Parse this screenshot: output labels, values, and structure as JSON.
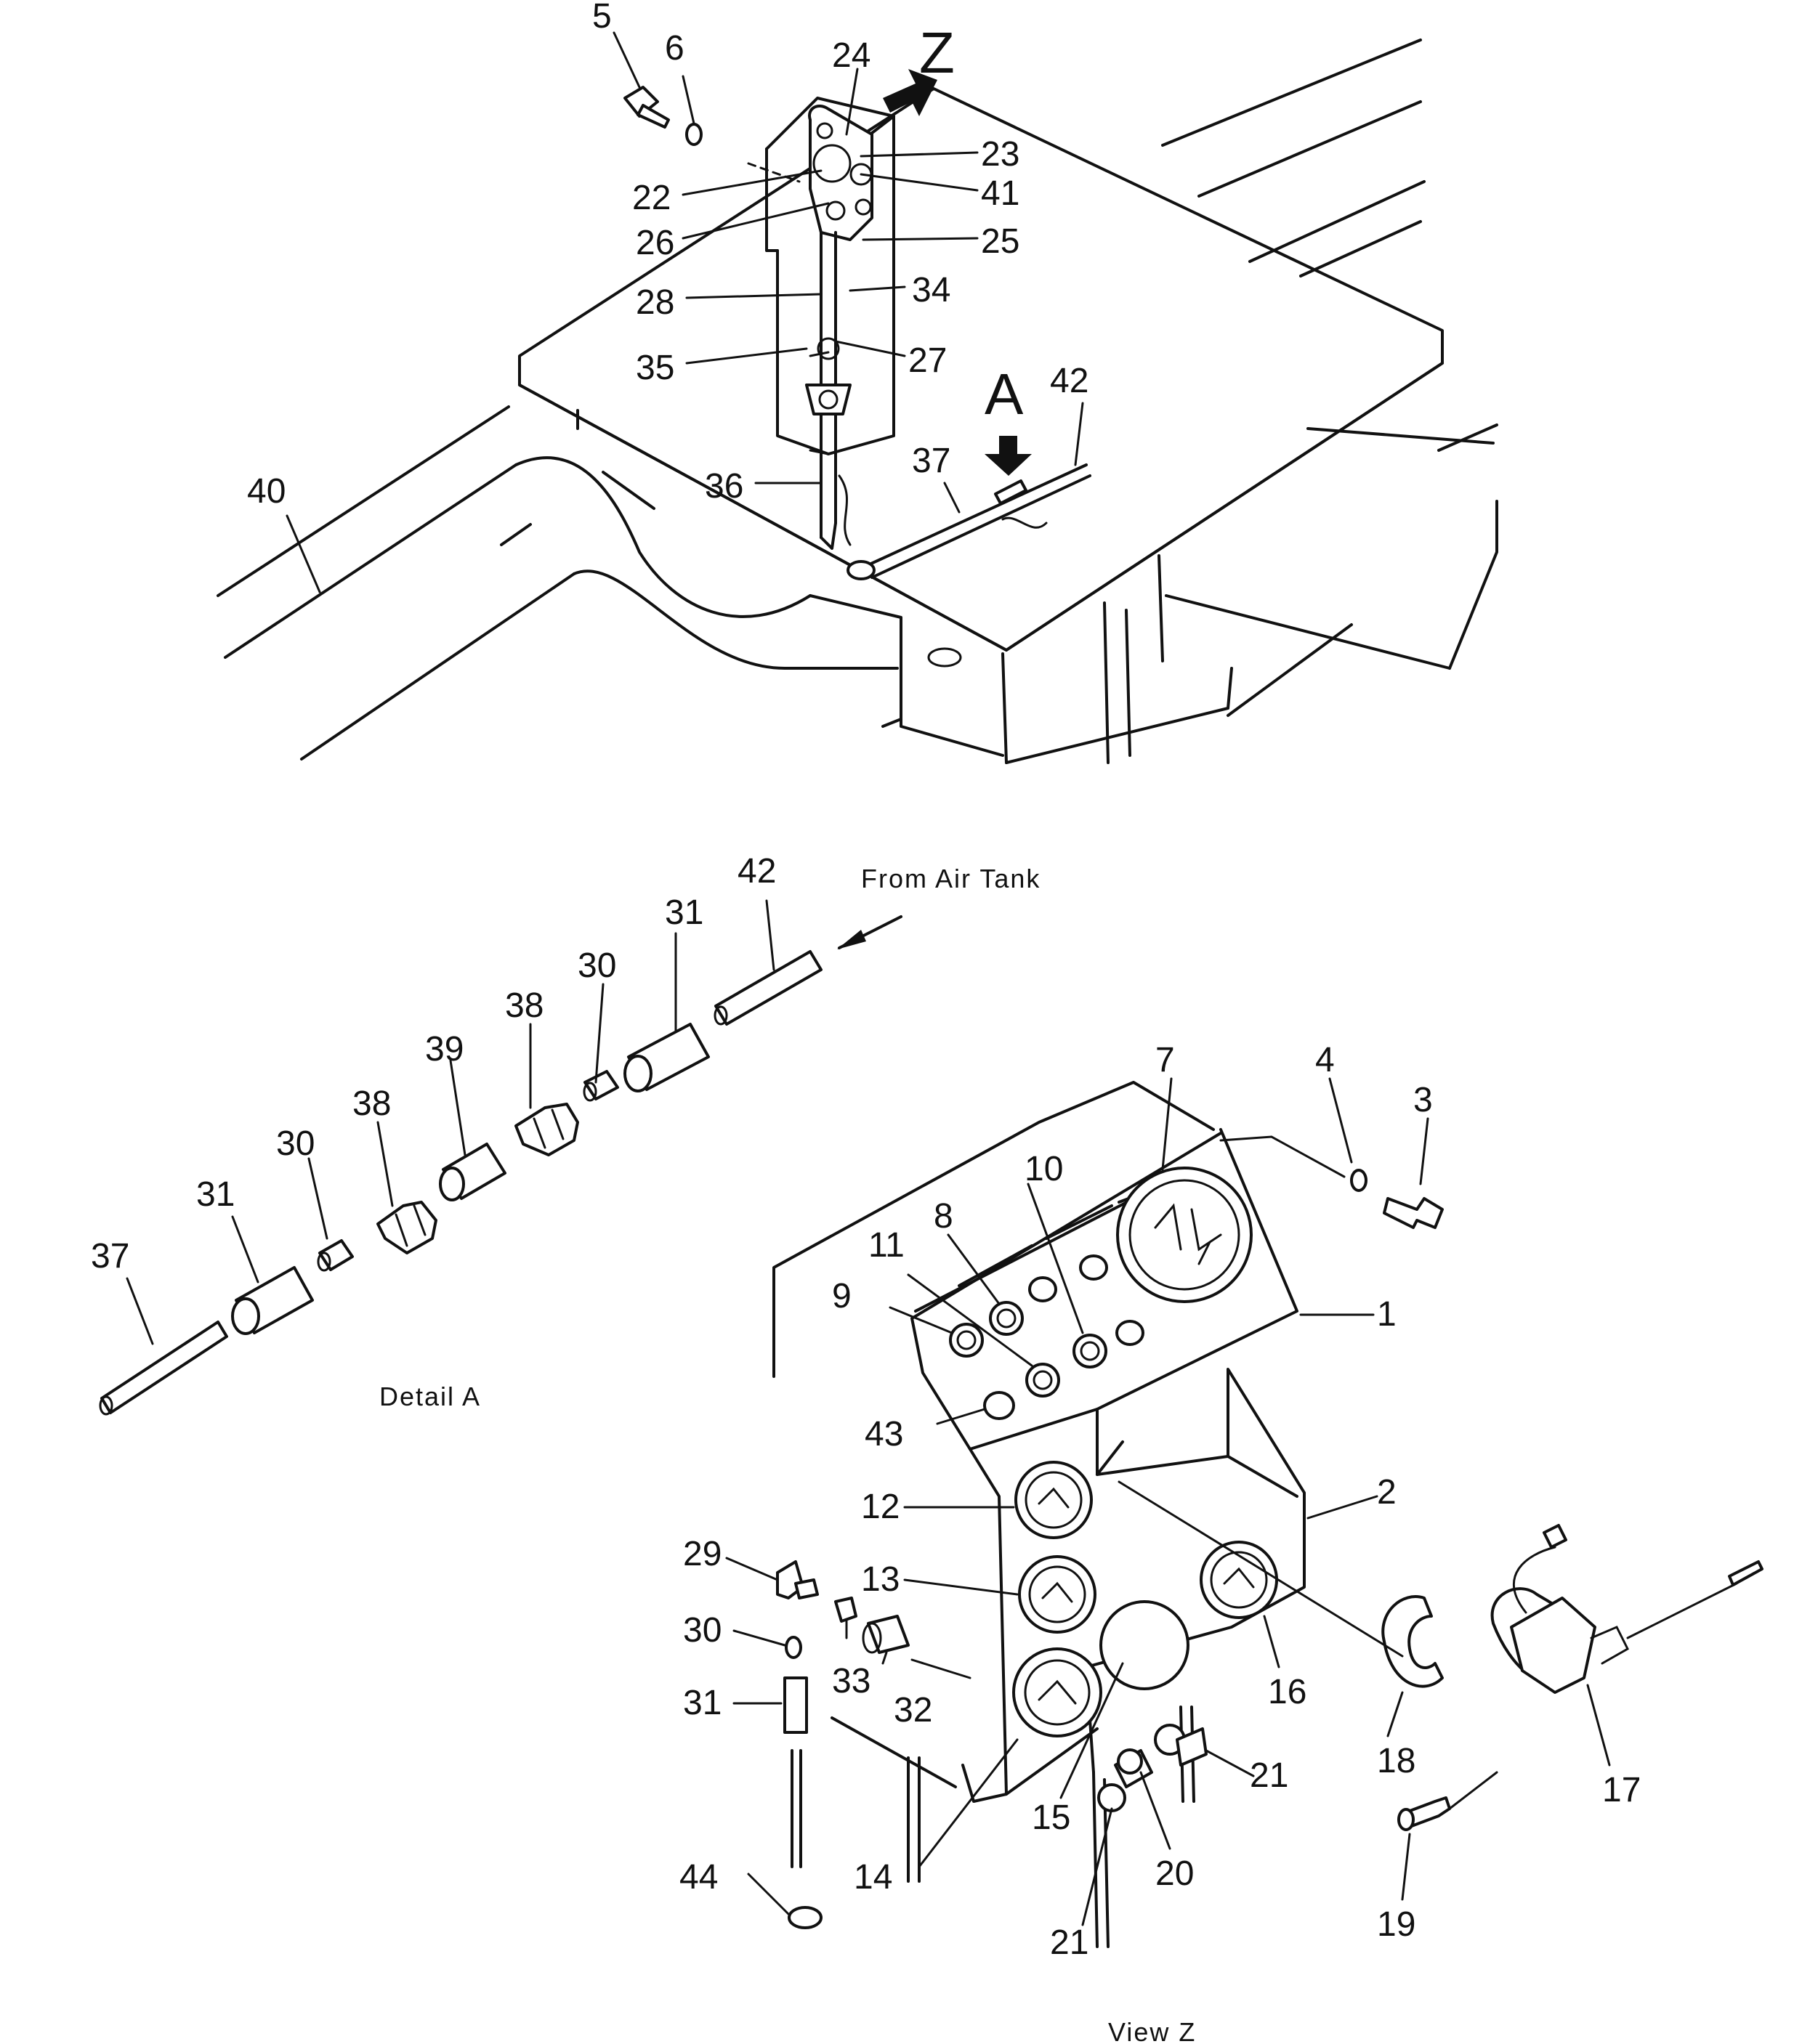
{
  "figure": {
    "view_letter_z": "Z",
    "detail_letter_a": "A",
    "from_air_tank": "From Air Tank",
    "detail_a_caption": "Detail A",
    "view_z_caption": "View Z"
  },
  "callouts": {
    "top": [
      "5",
      "6",
      "24",
      "23",
      "41",
      "22",
      "26",
      "25",
      "28",
      "34",
      "35",
      "27",
      "42",
      "37",
      "40",
      "36"
    ],
    "detail": [
      "42",
      "31",
      "30",
      "38",
      "39",
      "38",
      "30",
      "31",
      "37"
    ],
    "panel": [
      "7",
      "4",
      "3",
      "10",
      "8",
      "11",
      "9",
      "1",
      "43",
      "12",
      "2",
      "29",
      "13",
      "30",
      "33",
      "32",
      "16",
      "31",
      "18",
      "17",
      "21",
      "15",
      "20",
      "19",
      "44",
      "14",
      "21"
    ]
  }
}
